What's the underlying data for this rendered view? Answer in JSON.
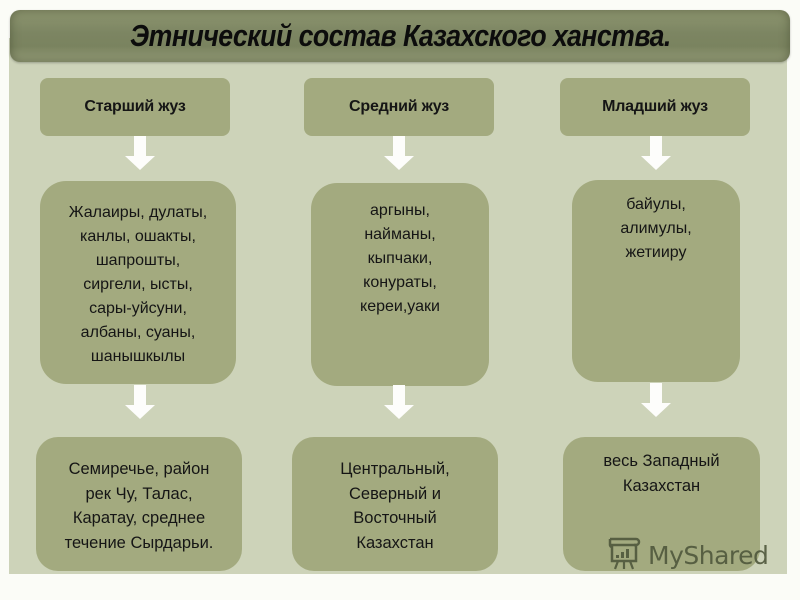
{
  "title": "Этнический состав Казахского ханства.",
  "columns": [
    {
      "header": "Старший жуз",
      "tribes": [
        "Жалаиры, дулаты,",
        "канлы,  ошакты,",
        "шапрошты,",
        "сиргели, ысты,",
        "сары-уйсуни,",
        "албаны, суаны,",
        "шанышкылы"
      ],
      "territory": [
        "Семиречье, район",
        "рек Чу, Талас,",
        "Каратау, среднее",
        "течение Сырдарьи."
      ]
    },
    {
      "header": "Средний жуз",
      "tribes": [
        "аргыны,",
        "найманы,",
        "кыпчаки,",
        "конyраты,",
        "кереи,уаки"
      ],
      "territory": [
        "Центральный,",
        "Северный и",
        "Восточный",
        "Казахстан"
      ]
    },
    {
      "header": "Младший жуз",
      "tribes": [
        "байулы,",
        "алимулы,",
        "жетииру"
      ],
      "territory": [
        "весь Западный",
        "Казахстан"
      ]
    }
  ],
  "watermark": {
    "text": "MyShared",
    "icon": "presentation-board-icon"
  },
  "colors": {
    "background": "#fbfcf7",
    "panel": "#cdd3b9",
    "title_bar": "#7c8562",
    "box": "#a3aa7f",
    "arrow": "#fdfdfb"
  }
}
